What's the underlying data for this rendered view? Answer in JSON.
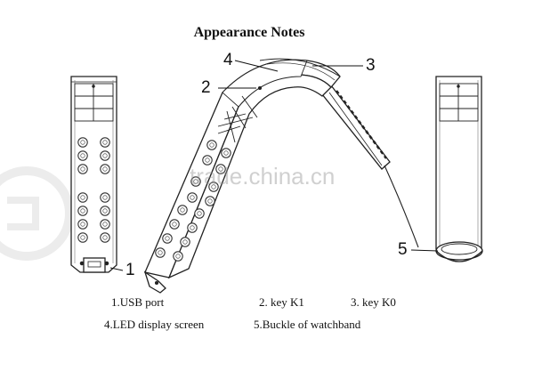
{
  "title": "Appearance Notes",
  "callouts": {
    "c1": "1",
    "c2": "2",
    "c3": "3",
    "c4": "4",
    "c5": "5"
  },
  "legend": {
    "usb": "1.USB port",
    "k1": "2. key K1",
    "k0": "3. key K0",
    "led": "4.LED display screen",
    "buckle": "5.Buckle of watchband"
  },
  "watermark": "trade.china.cn",
  "colors": {
    "ink": "#222222",
    "light": "#bdbdbd",
    "bg": "#ffffff"
  }
}
